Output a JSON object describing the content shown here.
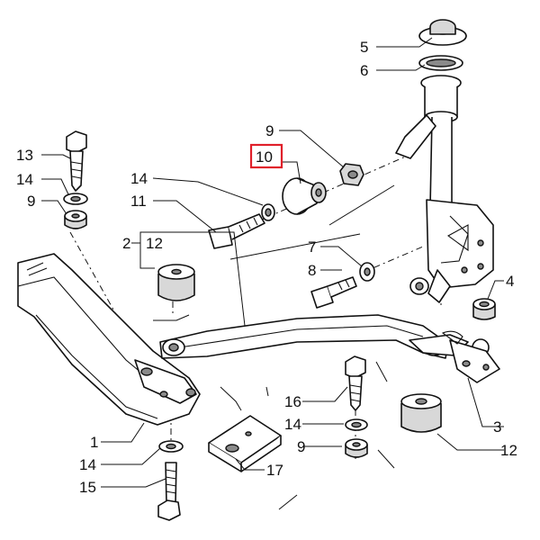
{
  "callouts": [
    {
      "id": "c5",
      "text": "5"
    },
    {
      "id": "c6",
      "text": "6"
    },
    {
      "id": "c9a",
      "text": "9"
    },
    {
      "id": "c10",
      "text": "10",
      "highlighted": true
    },
    {
      "id": "c13",
      "text": "13"
    },
    {
      "id": "c14a",
      "text": "14"
    },
    {
      "id": "c14b",
      "text": "14"
    },
    {
      "id": "c9b",
      "text": "9"
    },
    {
      "id": "c11",
      "text": "11"
    },
    {
      "id": "c2",
      "text": "2"
    },
    {
      "id": "c12a",
      "text": "12"
    },
    {
      "id": "c7",
      "text": "7"
    },
    {
      "id": "c8",
      "text": "8"
    },
    {
      "id": "c4",
      "text": "4"
    },
    {
      "id": "c16",
      "text": "16"
    },
    {
      "id": "c14c",
      "text": "14"
    },
    {
      "id": "c9c",
      "text": "9"
    },
    {
      "id": "c3",
      "text": "3"
    },
    {
      "id": "c12b",
      "text": "12"
    },
    {
      "id": "c1",
      "text": "1"
    },
    {
      "id": "c14d",
      "text": "14"
    },
    {
      "id": "c15",
      "text": "15"
    },
    {
      "id": "c17",
      "text": "17"
    }
  ],
  "highlight_color": "#e0202a"
}
